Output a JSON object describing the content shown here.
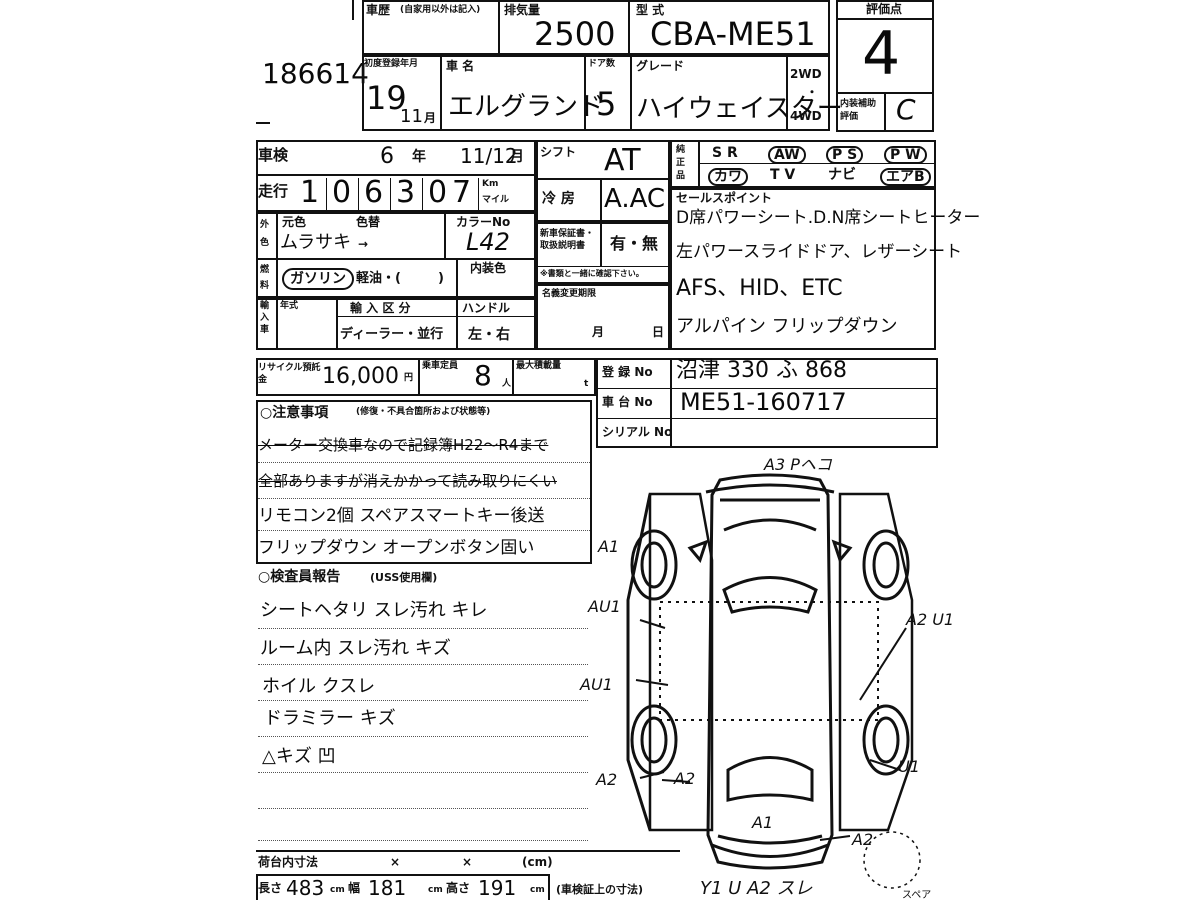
{
  "header": {
    "lot_number": "186614",
    "history_label": "車歴",
    "history_note": "(自家用以外は記入)",
    "displacement_label": "排気量",
    "displacement": "2500",
    "model_code_label": "型 式",
    "model_code": "CBA-ME51",
    "grade_score_label": "評価点",
    "grade_score": "4",
    "interior_score_label": "内装補助評価",
    "interior_score": "C"
  },
  "registration": {
    "first_reg_label": "初度登録年月",
    "first_reg_year": "19",
    "first_reg_month": "11",
    "month_suffix": "月",
    "car_name_label": "車 名",
    "car_name": "エルグランド",
    "doors_label": "ドア数",
    "doors": "5",
    "grade_label": "グレード",
    "grade": "ハイウェイスター",
    "drive_2wd": "2WD",
    "drive_4wd": "4WD"
  },
  "inspection": {
    "shaken_label": "車検",
    "shaken_year": "6",
    "year_suffix": "年",
    "shaken_date": "11/12",
    "month_suffix": "月",
    "mileage_label": "走行",
    "mileage_digits": [
      "1",
      "0",
      "6",
      "3",
      "0",
      "7"
    ],
    "mileage_unit_km": "Km",
    "mileage_unit_mile": "マイル",
    "shift_label": "シフト",
    "shift": "AT",
    "ac_label": "冷 房",
    "ac": "A.AC",
    "equip_label": "純正品",
    "equip_row1": [
      "S R",
      "AW",
      "P S",
      "P W"
    ],
    "equip_row2": [
      "カワ",
      "T V",
      "ナビ",
      "エアB"
    ]
  },
  "color": {
    "side_label": "外色",
    "orig_color_label": "元色",
    "color_label": "色替",
    "orig_color": "ムラサキ",
    "arrow": "→",
    "color_no_label": "カラーNo",
    "color_no": "L42",
    "recall_label": "新車保証書・取扱説明書",
    "recall_value": "有・無",
    "recall_note": "※書類と一緒に確認下さい。",
    "fuel_side": "燃料",
    "fuel_gasoline": "ガソリン",
    "fuel_diesel": "軽油・(",
    "fuel_close": ")",
    "interior_color_label": "内装色"
  },
  "import": {
    "side_label": "輸入車",
    "year_label": "年式",
    "import_type_label": "輸 入 区 分",
    "import_type": "ディーラー・並行",
    "handle_label": "ハンドル",
    "handle": "左・右",
    "name_change_label": "名義変更期限",
    "month": "月",
    "day": "日"
  },
  "sales_points": {
    "label": "セールスポイント",
    "lines": [
      "D席パワーシート.D.N席シートヒーター",
      "左パワースライドドア、レザーシート",
      "AFS、HID、ETC",
      "アルパイン フリップダウン"
    ]
  },
  "recycle": {
    "label": "リサイクル預託金",
    "amount": "16,000",
    "unit": "円",
    "capacity_label": "乗車定員",
    "capacity": "8",
    "capacity_unit": "人",
    "load_label": "最大積載量",
    "load_unit": "t"
  },
  "plate": {
    "reg_label": "登 録 No",
    "reg_value": "沼津 330 ふ 868",
    "chassis_label": "車 台 No",
    "chassis_value": "ME51-160717",
    "serial_label": "シリアル No"
  },
  "notes": {
    "label": "○注意事項",
    "label_note": "(修復・不具合箇所および状態等)",
    "lines": [
      "メーター交換車なので記録簿H22〜R4まで",
      "全部ありますが消えかかって読み取りにくい",
      "リモコン2個 スペアスマートキー後送",
      "フリップダウン オープンボタン固い"
    ]
  },
  "inspector": {
    "label": "○検査員報告",
    "label_note": "(USS使用欄)",
    "lines": [
      "シートヘタリ スレ汚れ キレ",
      "ルーム内 スレ汚れ キズ",
      "ホイル クスレ",
      "ドラミラー キズ",
      "△キズ 凹"
    ]
  },
  "dimensions": {
    "cargo_label": "荷台内寸法",
    "times": "×",
    "cm": "(cm)",
    "length_label": "長さ",
    "length": "483",
    "width_label": "幅",
    "width": "181",
    "height_label": "高さ",
    "height": "191",
    "unit": "cm",
    "note": "(車検証上の寸法)"
  },
  "diagram": {
    "marks": [
      "A3 Pヘコ",
      "A1",
      "AU1",
      "AU1",
      "A2 U1",
      "A2",
      "A2",
      "A1",
      "A2",
      "U1",
      "Y1 U A2 スレ"
    ],
    "spare_label": "スペア"
  }
}
